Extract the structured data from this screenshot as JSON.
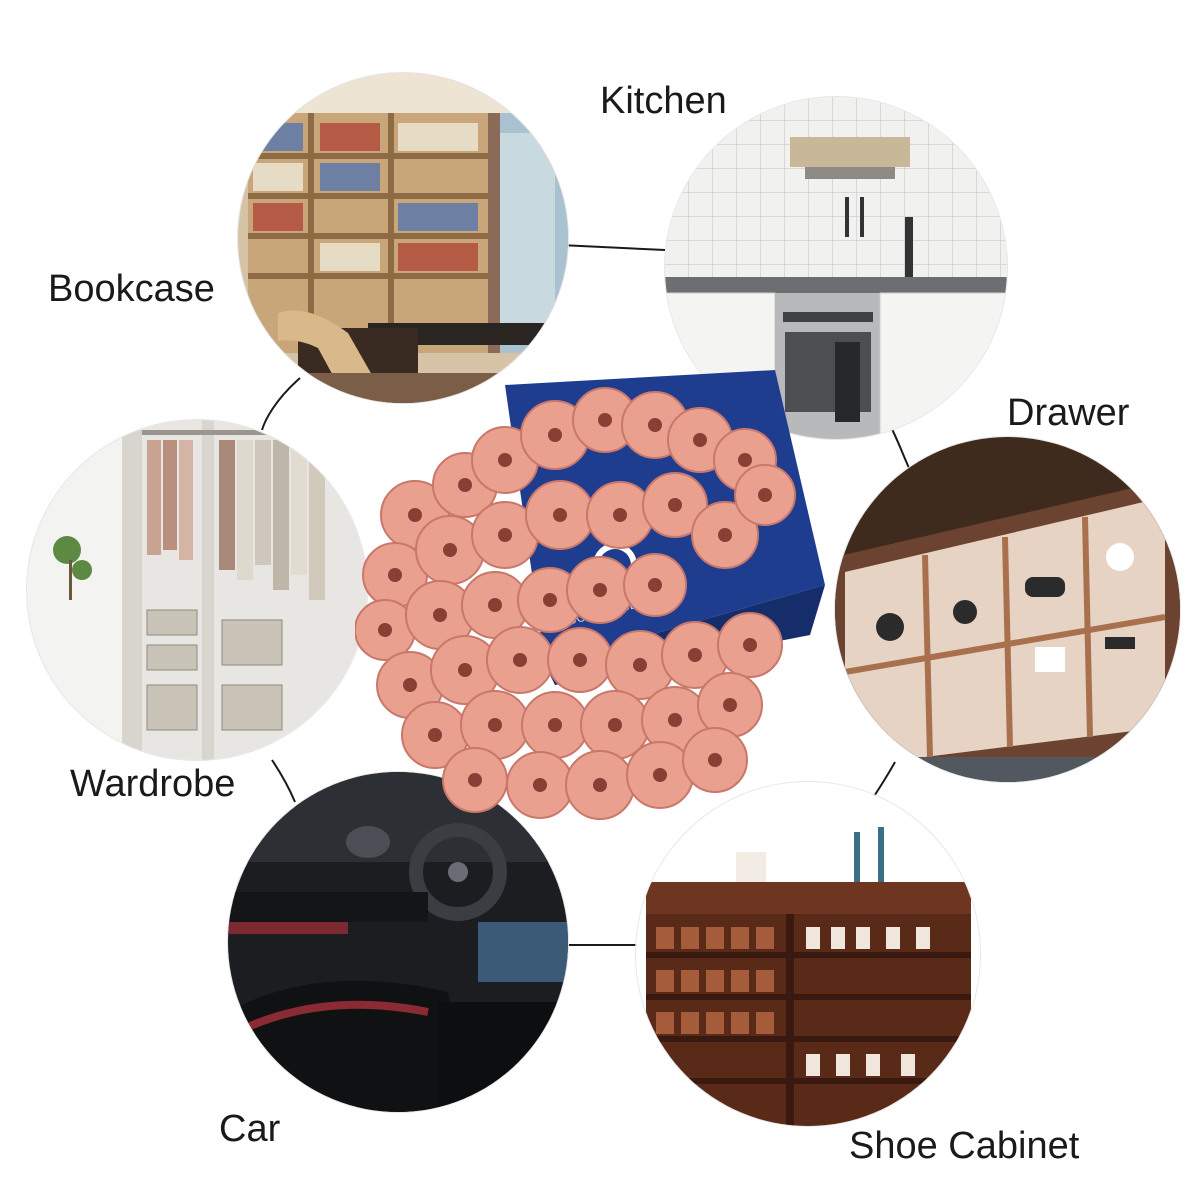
{
  "labels": {
    "bookcase": "Bookcase",
    "kitchen": "Kitchen",
    "drawer": "Drawer",
    "wardrobe": "Wardrobe",
    "car": "Car",
    "shoe_cabinet": "Shoe Cabinet"
  },
  "product": {
    "box_brand": "ROOM SPACE"
  },
  "colors": {
    "cedar": "#e9a08e",
    "cedar_dark": "#c9776a",
    "box_blue": "#1f3d8f",
    "connector": "#1a1a1a"
  }
}
